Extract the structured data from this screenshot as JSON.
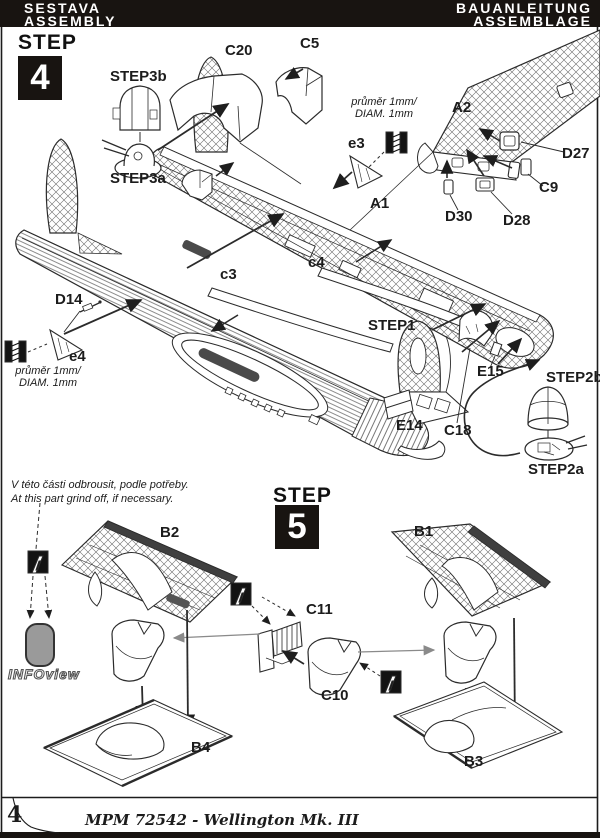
{
  "header": {
    "left_line1": "SESTAVA",
    "left_line2": "ASSEMBLY",
    "right_line1": "BAUANLEITUNG",
    "right_line2": "ASSEMBLAGE"
  },
  "step4": {
    "word": "STEP",
    "number": "4"
  },
  "step5": {
    "word": "STEP",
    "number": "5"
  },
  "labels": {
    "step3b": "STEP3b",
    "step3a": "STEP3a",
    "c20": "C20",
    "c5": "C5",
    "a2": "A2",
    "d27": "D27",
    "c9": "C9",
    "d30": "D30",
    "d28": "D28",
    "a1": "A1",
    "c4": "c4",
    "c3": "c3",
    "e3": "e3",
    "d14": "D14",
    "e4": "e4",
    "step1": "STEP1",
    "e15": "E15",
    "c18": "C18",
    "e14": "E14",
    "step2b": "STEP2b",
    "step2a": "STEP2a",
    "b2": "B2",
    "b1": "B1",
    "c11": "C11",
    "c10": "C10",
    "b4": "B4",
    "b3": "B3"
  },
  "notes": {
    "drill": {
      "line1": "průměr 1mm/",
      "line2": "DIAM. 1mm"
    },
    "grind": {
      "line1": "V této části odbrousit, podle potřeby.",
      "line2": "At this part grind off, if necessary."
    },
    "infoview": "INFOview"
  },
  "footer": {
    "page_number": "4",
    "kit_title": "MPM 72542 - Wellington Mk. III"
  },
  "icons": {
    "drill": "drill-diameter-icon",
    "grind": "grind-off-icon",
    "info_blob": "info-view-blob"
  },
  "colors": {
    "ink": "#2b2b2b",
    "paper": "#ffffff",
    "header_bg": "#181411",
    "part_gray": "#9a9a9a",
    "arrow_gray": "#8a8a8a",
    "dark_edge": "#3f3f3f"
  }
}
